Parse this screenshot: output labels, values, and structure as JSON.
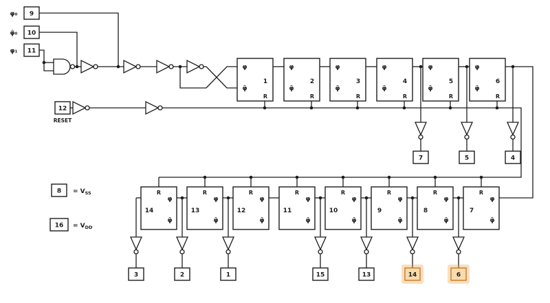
{
  "colors": {
    "line": "#1c1c1c",
    "background": "#ffffff",
    "watermark_highlight": "#efa44a"
  },
  "clock_section": {
    "pins": [
      {
        "pin": "9",
        "label": "φ₀"
      },
      {
        "pin": "10",
        "label": "φ̄₀"
      },
      {
        "pin": "11",
        "label": "φ₁"
      }
    ]
  },
  "reset_section": {
    "pin": "12",
    "label": "RESET"
  },
  "legend": [
    {
      "pin": "8",
      "text": "= V",
      "subscript": "SS"
    },
    {
      "pin": "16",
      "text": "= V",
      "subscript": "DD"
    }
  ],
  "flipflop_labels": {
    "phi": "φ",
    "phi_bar": "φ̄",
    "reset": "R"
  },
  "top_row": {
    "stages": [
      {
        "number": "1"
      },
      {
        "number": "2"
      },
      {
        "number": "3"
      },
      {
        "number": "4"
      },
      {
        "number": "5"
      },
      {
        "number": "6"
      }
    ],
    "outputs": [
      {
        "pin": "7",
        "from_stage": "4"
      },
      {
        "pin": "5",
        "from_stage": "5"
      },
      {
        "pin": "4",
        "from_stage": "6"
      }
    ]
  },
  "bottom_row": {
    "stages": [
      {
        "number": "14"
      },
      {
        "number": "13"
      },
      {
        "number": "12"
      },
      {
        "number": "11"
      },
      {
        "number": "10"
      },
      {
        "number": "9"
      },
      {
        "number": "8"
      },
      {
        "number": "7"
      }
    ],
    "outputs": [
      {
        "pin": "3",
        "from_stage": "14"
      },
      {
        "pin": "2",
        "from_stage": "13"
      },
      {
        "pin": "1",
        "from_stage": "12"
      },
      {
        "pin": "15",
        "from_stage": "10"
      },
      {
        "pin": "13",
        "from_stage": "9"
      },
      {
        "pin": "14",
        "from_stage": "8"
      },
      {
        "pin": "6",
        "from_stage": "7"
      }
    ],
    "highlighted_pins": [
      "14",
      "6"
    ]
  }
}
